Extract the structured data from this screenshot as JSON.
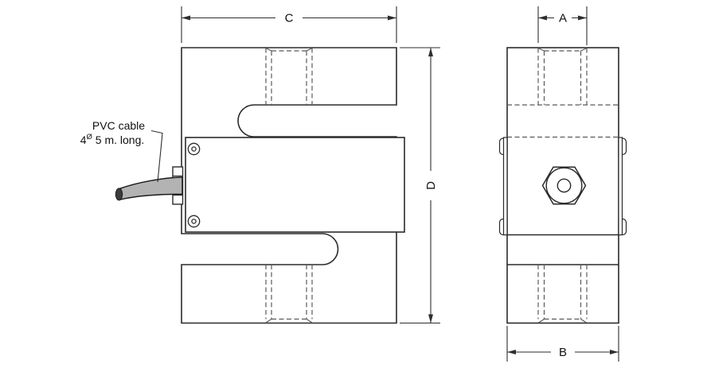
{
  "drawing": {
    "type": "load-cell-2-view-technical-drawing",
    "callout": {
      "line1": "PVC cable",
      "line2_num": "4",
      "line2_sup": "Ø",
      "line2_rest": " 5 m. long."
    },
    "dimension_labels": {
      "front_width": "C",
      "front_height": "D",
      "side_top_width": "A",
      "side_bottom_width": "B"
    },
    "colors": {
      "outline": "#2b2b2b",
      "hidden_line": "#5a5a5a",
      "dimension_line": "#2e2e2e",
      "cable_fill": "#b3b3b3",
      "cable_end": "#3c3c3c",
      "background": "#ffffff"
    }
  }
}
